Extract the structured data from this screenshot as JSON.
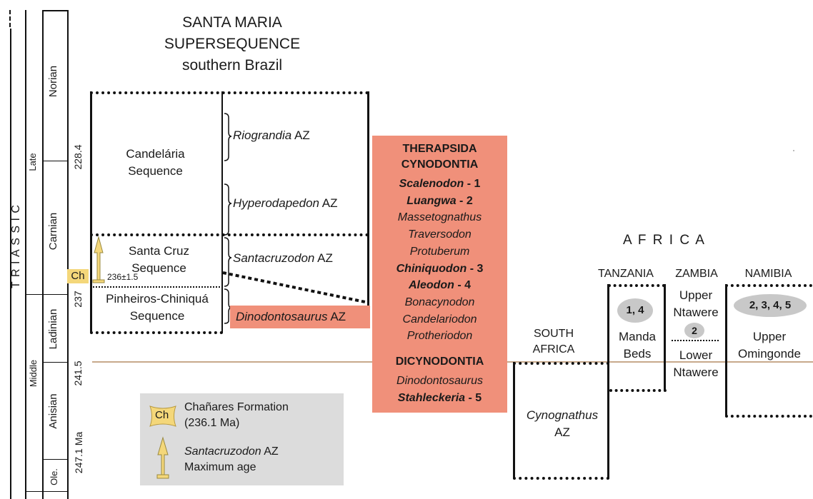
{
  "header": {
    "line1": "SANTA MARIA",
    "line2": "SUPERSEQUENCE",
    "line3": "southern Brazil"
  },
  "time_scale": {
    "period": "T R I A S S I C",
    "epochs": [
      "Late",
      "Middle"
    ],
    "stages": [
      "Norian",
      "Carnian",
      "Ladinian",
      "Anisian",
      "Ole."
    ],
    "ages": [
      "228.4",
      "237",
      "241.5",
      "247.1 Ma"
    ]
  },
  "sequences": {
    "candelaria": [
      "Candelária",
      "Sequence"
    ],
    "santa_cruz": [
      "Santa Cruz",
      "Sequence"
    ],
    "pinheiros": [
      "Pinheiros-Chiniquá",
      "Sequence"
    ],
    "chanares_tag": "Ch",
    "chanares_age": "236±1.5"
  },
  "zones": {
    "riograndia": {
      "italic": "Riograndia",
      "suffix": " AZ"
    },
    "hyperodapedon": {
      "italic": "Hyperodapedon",
      "suffix": " AZ"
    },
    "santacruzodon": {
      "italic": "Santacruzodon",
      "suffix": " AZ"
    },
    "dinodontosaurus": {
      "italic": "Dinodontosaurus",
      "suffix": " AZ"
    }
  },
  "taxa": {
    "heading1": "THERAPSIDA",
    "heading2": "CYNODONTIA",
    "cyno": [
      {
        "name": "Scalenodon",
        "num": " - 1",
        "bold": true
      },
      {
        "name": "Luangwa",
        "num": " - 2",
        "bold": true
      },
      {
        "name": "Massetognathus",
        "num": "",
        "bold": false
      },
      {
        "name": "Traversodon",
        "num": "",
        "bold": false
      },
      {
        "name": "Protuberum",
        "num": "",
        "bold": false
      },
      {
        "name": "Chiniquodon",
        "num": " - 3",
        "bold": true
      },
      {
        "name": "Aleodon",
        "num": " - 4",
        "bold": true
      },
      {
        "name": "Bonacynodon",
        "num": "",
        "bold": false
      },
      {
        "name": "Candelariodon",
        "num": "",
        "bold": false
      },
      {
        "name": "Protheriodon",
        "num": "",
        "bold": false
      }
    ],
    "heading3": "DICYNODONTIA",
    "dicy": [
      {
        "name": "Dinodontosaurus",
        "num": "",
        "bold": false
      },
      {
        "name": "Stahleckeria",
        "num": " - 5",
        "bold": true
      }
    ]
  },
  "africa": {
    "title": "A F R I C A",
    "south_africa": [
      "SOUTH",
      "AFRICA"
    ],
    "south_africa_zone": {
      "italic": "Cynognathus",
      "suffix": "AZ"
    },
    "tanzania": {
      "name": "TANZANIA",
      "oval": "1, 4",
      "unit": [
        "Manda",
        "Beds"
      ]
    },
    "zambia": {
      "name": "ZAMBIA",
      "upper": [
        "Upper",
        "Ntawere"
      ],
      "oval": "2",
      "lower": [
        "Lower",
        "Ntawere"
      ]
    },
    "namibia": {
      "name": "NAMIBIA",
      "oval": "2, 3, 4, 5",
      "unit": [
        "Upper",
        "Omingonde"
      ]
    }
  },
  "legend": {
    "ch_tag": "Ch",
    "ch_line1": "Chañares Formation",
    "ch_line2": "(236.1 Ma)",
    "arrow_italic": "Santacruzodon",
    "arrow_suffix": " AZ",
    "arrow_line2": "Maximum age"
  },
  "colors": {
    "orange": "#f0907a",
    "ch_yellow": "#f4d77a",
    "ash": "#c8a98b",
    "legend_bg": "#dcdcdc",
    "oval": "#c8c8c8"
  }
}
